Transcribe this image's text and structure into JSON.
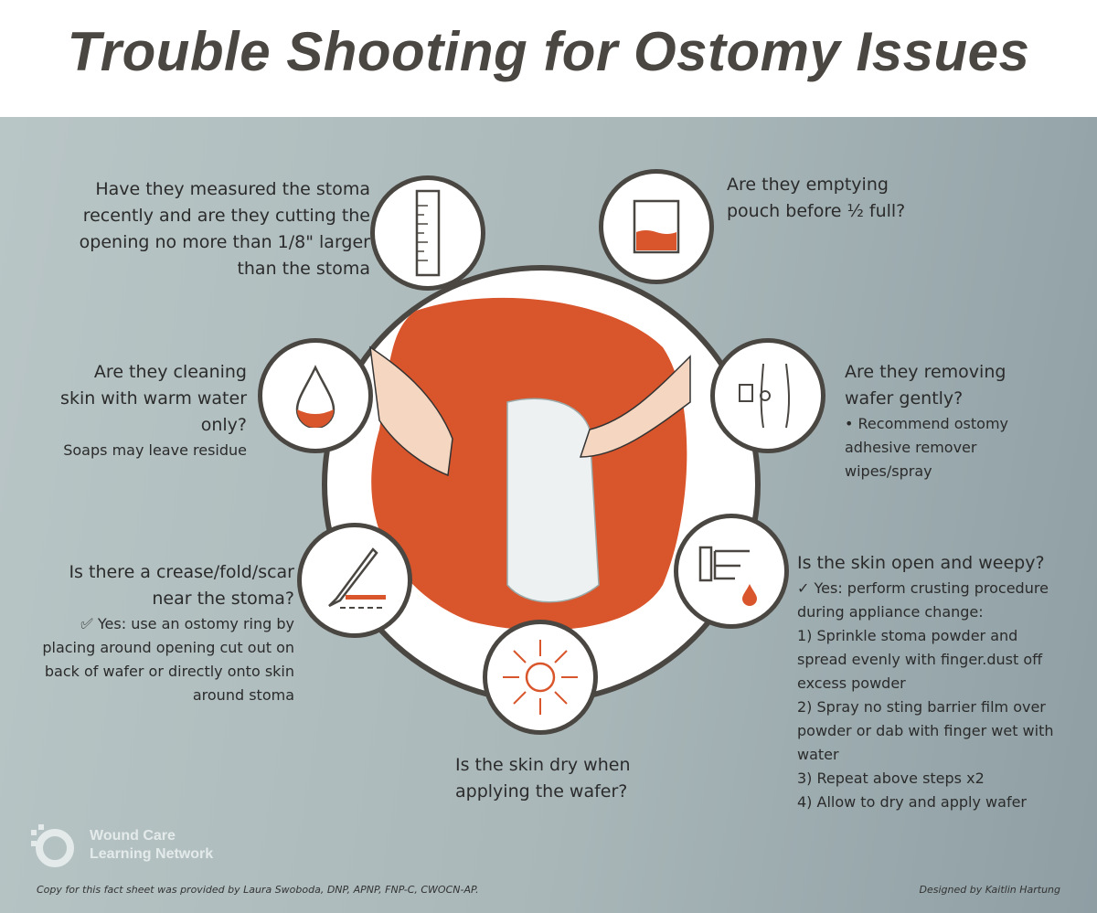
{
  "title": "Trouble Shooting for Ostomy Issues",
  "colors": {
    "accent": "#d9552b",
    "outline": "#4a4641",
    "background": "#aab8ba"
  },
  "items": [
    {
      "icon": "ruler-icon",
      "heading": "Have they measured the stoma recently and are they cutting the opening no more than 1/8\" larger than the stoma"
    },
    {
      "icon": "pouch-icon",
      "heading": "Are they emptying pouch before ½ full?"
    },
    {
      "icon": "water-drop-icon",
      "heading": "Are they cleaning skin with warm water only?",
      "note": "Soaps may leave residue"
    },
    {
      "icon": "wafer-removal-icon",
      "heading": "Are they removing wafer gently?",
      "note": "• Recommend ostomy adhesive remover wipes/spray"
    },
    {
      "icon": "scalpel-icon",
      "heading": "Is there a crease/fold/scar near the stoma?",
      "note": "Yes: use an ostomy ring by placing around opening cut out on back of wafer or directly onto skin around stoma"
    },
    {
      "icon": "weepy-skin-hand-icon",
      "heading": "Is the skin open and weepy?",
      "note": "Yes: perform crusting procedure during appliance change:",
      "steps": [
        "1) Sprinkle stoma powder and spread evenly with finger.dust off excess powder",
        "2) Spray no sting barrier film over powder or dab with finger wet with water",
        "3) Repeat above steps x2",
        "4) Allow to dry and apply wafer"
      ]
    },
    {
      "icon": "sun-icon",
      "heading": "Is the skin dry when applying the wafer?"
    }
  ],
  "logo": {
    "line1": "Wound Care",
    "line2": "Learning Network"
  },
  "footer": {
    "credit": "Copy for this fact sheet was provided by Laura Swoboda, DNP, APNP, FNP-C, CWOCN-AP.",
    "designer": "Designed by Kaitlin Hartung"
  }
}
